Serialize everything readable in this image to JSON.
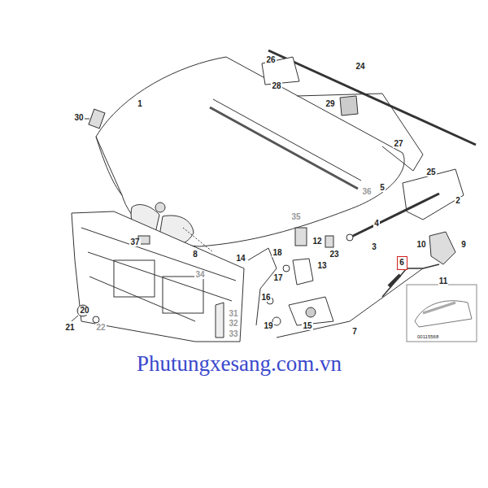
{
  "diagram": {
    "nodes": [
      {
        "text": [
          "6"
        ]
      }
    ],
    "labels": [
      "30",
      "1",
      "26",
      "24",
      "28",
      "29",
      "27",
      "25",
      "2",
      "36",
      "5",
      "35",
      "4",
      "3",
      "10",
      "9",
      "11",
      "12",
      "18",
      "23",
      "14",
      "13",
      "17",
      "16",
      "19",
      "15",
      "7",
      "8",
      "37",
      "34",
      "31",
      "32",
      "33",
      "20",
      "21",
      "22",
      "00115568",
      "Phutungxesang.com.vn"
    ]
  }
}
